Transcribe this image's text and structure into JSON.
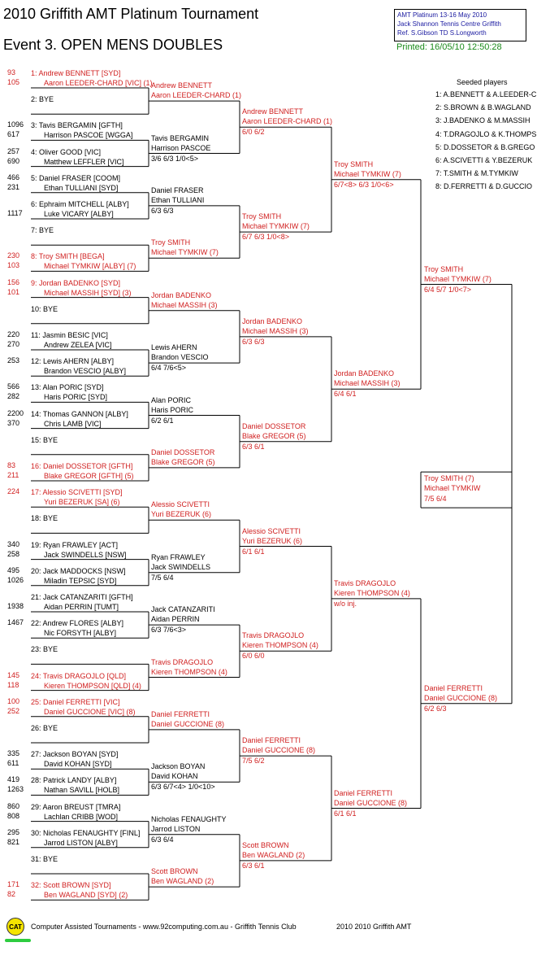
{
  "header": {
    "title": "2010 Griffith AMT Platinum Tournament",
    "event": "Event 3. OPEN MENS DOUBLES",
    "info_line1": "AMT Platinum    13-16 May 2010",
    "info_line2": "Jack Shannon Tennis Centre    Griffith",
    "info_line3": "Ref. S.Gibson TD S.Longworth",
    "printed": "Printed: 16/05/10 12:50:28"
  },
  "seeds": {
    "title": "Seeded players",
    "items": [
      "1: A.BENNETT & A.LEEDER-C",
      "2: S.BROWN & B.WAGLAND",
      "3: J.BADENKO & M.MASSIH",
      "4: T.DRAGOJLO & K.THOMPS",
      "5: D.DOSSETOR & B.GREGO",
      "6: A.SCIVETTI & Y.BEZERUK",
      "7: T.SMITH & M.TYMKIW",
      "8: D.FERRETTI & D.GUCCIO"
    ]
  },
  "draw": [
    {
      "rank1": "93",
      "rank2": "105",
      "line1": "1: Andrew BENNETT [SYD]",
      "line2": "Aaron LEEDER-CHARD [VIC] (1)",
      "seeded": true
    },
    {
      "rank1": "",
      "rank2": "",
      "line1": "2: BYE",
      "line2": "",
      "seeded": false
    },
    {
      "rank1": "1096",
      "rank2": "617",
      "line1": "3: Tavis BERGAMIN [GFTH]",
      "line2": "Harrison PASCOE [WGGA]",
      "seeded": false
    },
    {
      "rank1": "257",
      "rank2": "690",
      "line1": "4: Oliver GOOD [VIC]",
      "line2": "Matthew LEFFLER [VIC]",
      "seeded": false
    },
    {
      "rank1": "466",
      "rank2": "231",
      "line1": "5: Daniel FRASER [COOM]",
      "line2": "Ethan TULLIANI [SYD]",
      "seeded": false
    },
    {
      "rank1": "",
      "rank2": "1117",
      "line1": "6: Ephraim MITCHELL [ALBY]",
      "line2": "Luke VICARY [ALBY]",
      "seeded": false
    },
    {
      "rank1": "",
      "rank2": "",
      "line1": "7: BYE",
      "line2": "",
      "seeded": false
    },
    {
      "rank1": "230",
      "rank2": "103",
      "line1": "8: Troy SMITH [BEGA]",
      "line2": "Michael TYMKIW [ALBY] (7)",
      "seeded": true
    },
    {
      "rank1": "156",
      "rank2": "101",
      "line1": "9: Jordan BADENKO [SYD]",
      "line2": "Michael MASSIH [SYD] (3)",
      "seeded": true
    },
    {
      "rank1": "",
      "rank2": "",
      "line1": "10: BYE",
      "line2": "",
      "seeded": false
    },
    {
      "rank1": "220",
      "rank2": "270",
      "line1": "11: Jasmin BESIC [VIC]",
      "line2": "Andrew ZELEA [VIC]",
      "seeded": false
    },
    {
      "rank1": "253",
      "rank2": "",
      "line1": "12: Lewis AHERN [ALBY]",
      "line2": "Brandon VESCIO [ALBY]",
      "seeded": false
    },
    {
      "rank1": "566",
      "rank2": "282",
      "line1": "13: Alan PORIC [SYD]",
      "line2": "Haris PORIC [SYD]",
      "seeded": false
    },
    {
      "rank1": "2200",
      "rank2": "370",
      "line1": "14: Thomas GANNON [ALBY]",
      "line2": "Chris LAMB [VIC]",
      "seeded": false
    },
    {
      "rank1": "",
      "rank2": "",
      "line1": "15: BYE",
      "line2": "",
      "seeded": false
    },
    {
      "rank1": "83",
      "rank2": "211",
      "line1": "16: Daniel DOSSETOR [GFTH]",
      "line2": "Blake GREGOR [GFTH] (5)",
      "seeded": true
    },
    {
      "rank1": "224",
      "rank2": "",
      "line1": "17: Alessio SCIVETTI [SYD]",
      "line2": "Yuri BEZERUK [SA] (6)",
      "seeded": true
    },
    {
      "rank1": "",
      "rank2": "",
      "line1": "18: BYE",
      "line2": "",
      "seeded": false
    },
    {
      "rank1": "340",
      "rank2": "258",
      "line1": "19: Ryan FRAWLEY [ACT]",
      "line2": "Jack SWINDELLS [NSW]",
      "seeded": false
    },
    {
      "rank1": "495",
      "rank2": "1026",
      "line1": "20: Jack MADDOCKS [NSW]",
      "line2": "Miladin TEPSIC [SYD]",
      "seeded": false
    },
    {
      "rank1": "",
      "rank2": "1938",
      "line1": "21: Jack CATANZARITI [GFTH]",
      "line2": "Aidan PERRIN [TUMT]",
      "seeded": false
    },
    {
      "rank1": "1467",
      "rank2": "",
      "line1": "22: Andrew FLORES [ALBY]",
      "line2": "Nic FORSYTH [ALBY]",
      "seeded": false
    },
    {
      "rank1": "",
      "rank2": "",
      "line1": "23: BYE",
      "line2": "",
      "seeded": false
    },
    {
      "rank1": "145",
      "rank2": "118",
      "line1": "24: Travis DRAGOJLO [QLD]",
      "line2": "Kieren THOMPSON [QLD] (4)",
      "seeded": true
    },
    {
      "rank1": "100",
      "rank2": "252",
      "line1": "25: Daniel FERRETTI [VIC]",
      "line2": "Daniel GUCCIONE [VIC] (8)",
      "seeded": true
    },
    {
      "rank1": "",
      "rank2": "",
      "line1": "26: BYE",
      "line2": "",
      "seeded": false
    },
    {
      "rank1": "335",
      "rank2": "611",
      "line1": "27: Jackson BOYAN [SYD]",
      "line2": "David KOHAN [SYD]",
      "seeded": false
    },
    {
      "rank1": "419",
      "rank2": "1263",
      "line1": "28: Patrick LANDY [ALBY]",
      "line2": "Nathan SAVILL [HOLB]",
      "seeded": false
    },
    {
      "rank1": "860",
      "rank2": "808",
      "line1": "29: Aaron BREUST [TMRA]",
      "line2": "Lachlan CRIBB [WOD]",
      "seeded": false
    },
    {
      "rank1": "295",
      "rank2": "821",
      "line1": "30: Nicholas FENAUGHTY [FINL]",
      "line2": "Jarrod LISTON [ALBY]",
      "seeded": false
    },
    {
      "rank1": "",
      "rank2": "",
      "line1": "31: BYE",
      "line2": "",
      "seeded": false
    },
    {
      "rank1": "171",
      "rank2": "82",
      "line1": "32: Scott BROWN [SYD]",
      "line2": "Ben WAGLAND [SYD] (2)",
      "seeded": true
    }
  ],
  "round2": [
    {
      "line1": "Andrew BENNETT",
      "line2": "Aaron LEEDER-CHARD (1)",
      "score": "",
      "seeded": true
    },
    {
      "line1": "Tavis BERGAMIN",
      "line2": "Harrison PASCOE",
      "score": "3/6 6/3 1/0<5>",
      "seeded": false
    },
    {
      "line1": "Daniel FRASER",
      "line2": "Ethan TULLIANI",
      "score": "6/3 6/3",
      "seeded": false
    },
    {
      "line1": "Troy SMITH",
      "line2": "Michael TYMKIW (7)",
      "score": "",
      "seeded": true
    },
    {
      "line1": "Jordan BADENKO",
      "line2": "Michael MASSIH (3)",
      "score": "",
      "seeded": true
    },
    {
      "line1": "Lewis AHERN",
      "line2": "Brandon VESCIO",
      "score": "6/4 7/6<5>",
      "seeded": false
    },
    {
      "line1": "Alan PORIC",
      "line2": "Haris PORIC",
      "score": "6/2 6/1",
      "seeded": false
    },
    {
      "line1": "Daniel DOSSETOR",
      "line2": "Blake GREGOR (5)",
      "score": "",
      "seeded": true
    },
    {
      "line1": "Alessio SCIVETTI",
      "line2": "Yuri BEZERUK (6)",
      "score": "",
      "seeded": true
    },
    {
      "line1": "Ryan FRAWLEY",
      "line2": "Jack SWINDELLS",
      "score": "7/5 6/4",
      "seeded": false
    },
    {
      "line1": "Jack CATANZARITI",
      "line2": "Aidan PERRIN",
      "score": "6/3 7/6<3>",
      "seeded": false
    },
    {
      "line1": "Travis DRAGOJLO",
      "line2": "Kieren THOMPSON (4)",
      "score": "",
      "seeded": true
    },
    {
      "line1": "Daniel FERRETTI",
      "line2": "Daniel GUCCIONE (8)",
      "score": "",
      "seeded": true
    },
    {
      "line1": "Jackson BOYAN",
      "line2": "David KOHAN",
      "score": "6/3 6/7<4> 1/0<10>",
      "seeded": false
    },
    {
      "line1": "Nicholas FENAUGHTY",
      "line2": "Jarrod LISTON",
      "score": "6/3 6/4",
      "seeded": false
    },
    {
      "line1": "Scott BROWN",
      "line2": "Ben WAGLAND (2)",
      "score": "",
      "seeded": true
    }
  ],
  "round3": [
    {
      "line1": "Andrew BENNETT",
      "line2": "Aaron LEEDER-CHARD (1)",
      "score": "6/0 6/2",
      "seeded": true
    },
    {
      "line1": "Troy SMITH",
      "line2": "Michael TYMKIW (7)",
      "score": "6/7 6/3 1/0<8>",
      "seeded": true
    },
    {
      "line1": "Jordan BADENKO",
      "line2": "Michael MASSIH (3)",
      "score": "6/3 6/3",
      "seeded": true
    },
    {
      "line1": "Daniel DOSSETOR",
      "line2": "Blake GREGOR (5)",
      "score": "6/3 6/1",
      "seeded": true
    },
    {
      "line1": "Alessio SCIVETTI",
      "line2": "Yuri BEZERUK (6)",
      "score": "6/1 6/1",
      "seeded": true
    },
    {
      "line1": "Travis DRAGOJLO",
      "line2": "Kieren THOMPSON (4)",
      "score": "6/0 6/0",
      "seeded": true
    },
    {
      "line1": "Daniel FERRETTI",
      "line2": "Daniel GUCCIONE (8)",
      "score": "7/5 6/2",
      "seeded": true
    },
    {
      "line1": "Scott BROWN",
      "line2": "Ben WAGLAND (2)",
      "score": "6/3 6/1",
      "seeded": true
    }
  ],
  "round4": [
    {
      "line1": "Troy SMITH",
      "line2": "Michael TYMKIW (7)",
      "score": "6/7<8> 6/3 1/0<6>",
      "seeded": true
    },
    {
      "line1": "Jordan BADENKO",
      "line2": "Michael MASSIH (3)",
      "score": "6/4 6/1",
      "seeded": true
    },
    {
      "line1": "Travis DRAGOJLO",
      "line2": "Kieren THOMPSON (4)",
      "score": "w/o inj.",
      "seeded": true
    },
    {
      "line1": "Daniel FERRETTI",
      "line2": "Daniel GUCCIONE (8)",
      "score": "6/1 6/1",
      "seeded": true
    }
  ],
  "round5": [
    {
      "line1": "Troy SMITH",
      "line2": "Michael TYMKIW (7)",
      "score": "6/4 5/7 1/0<7>",
      "seeded": true
    },
    {
      "line1": "Daniel FERRETTI",
      "line2": "Daniel GUCCIONE (8)",
      "score": "6/2 6/3",
      "seeded": true
    }
  ],
  "final": {
    "line1": "Troy SMITH (7)",
    "line2": "Michael TYMKIW",
    "score": "7/5 6/4",
    "seeded": true
  },
  "footer": {
    "logo_text": "CAT",
    "text": "Computer Assisted Tournaments - www.92computing.com.au -  Griffith Tennis Club",
    "right": "2010 2010 Griffith AMT"
  }
}
